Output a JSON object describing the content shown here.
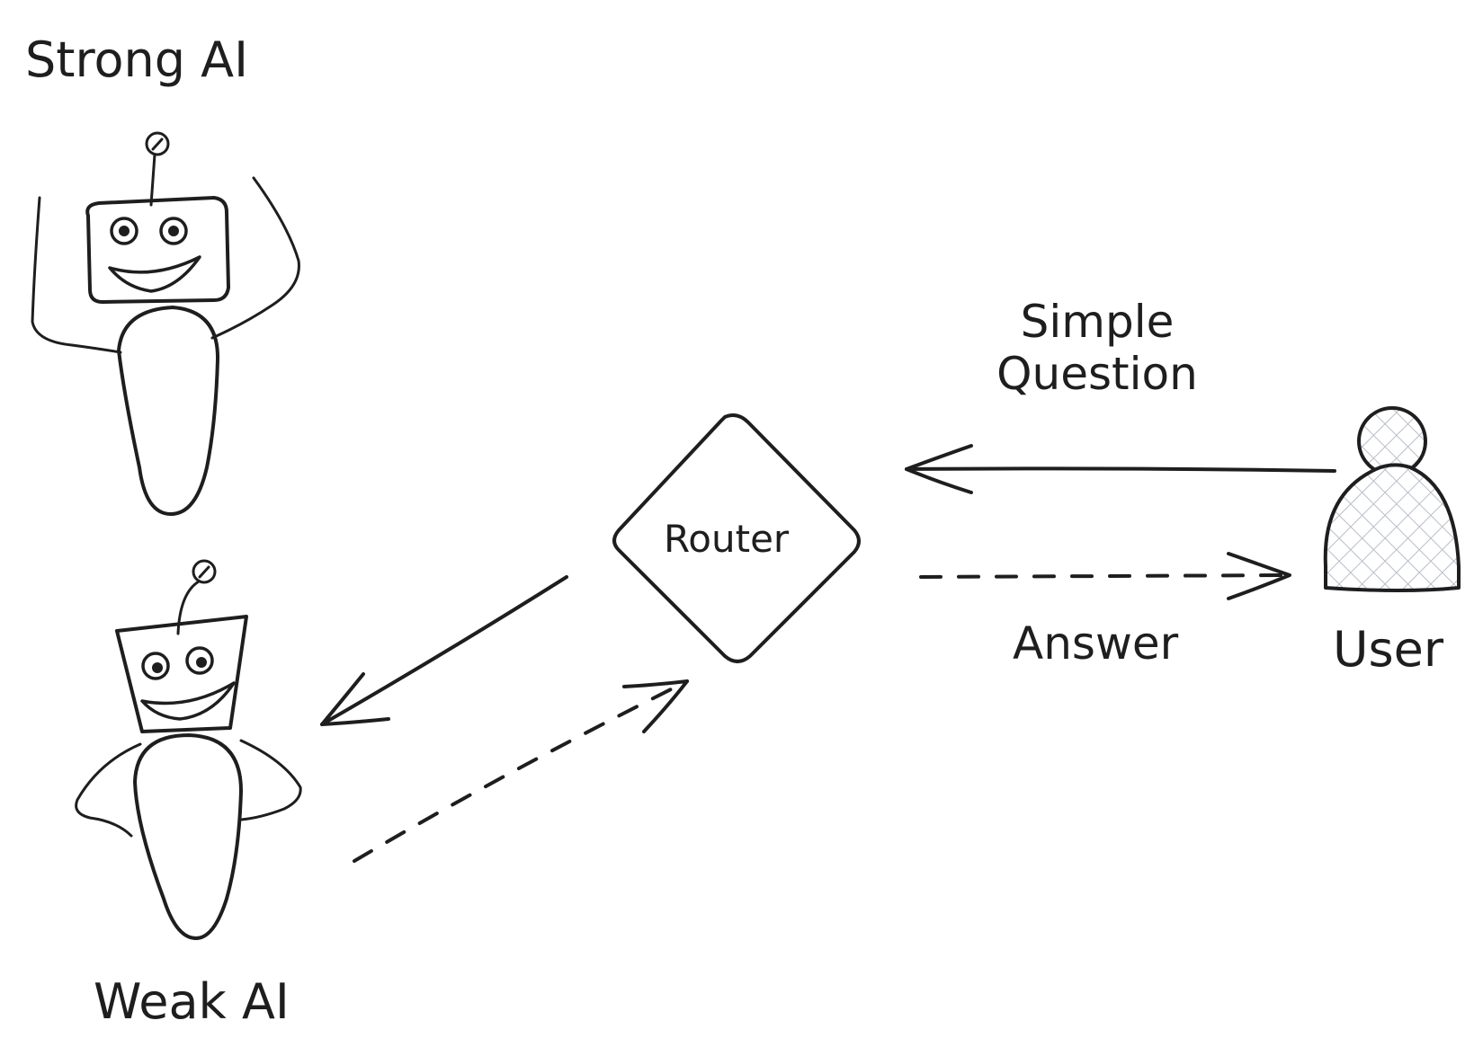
{
  "labels": {
    "strong_ai": "Strong AI",
    "weak_ai": "Weak AI",
    "router": "Router",
    "user": "User",
    "simple_question": "Simple\nQuestion",
    "answer": "Answer"
  },
  "colors": {
    "ink": "#1e1e1e",
    "user_fill": "#dfe3ea",
    "background": "#ffffff"
  }
}
